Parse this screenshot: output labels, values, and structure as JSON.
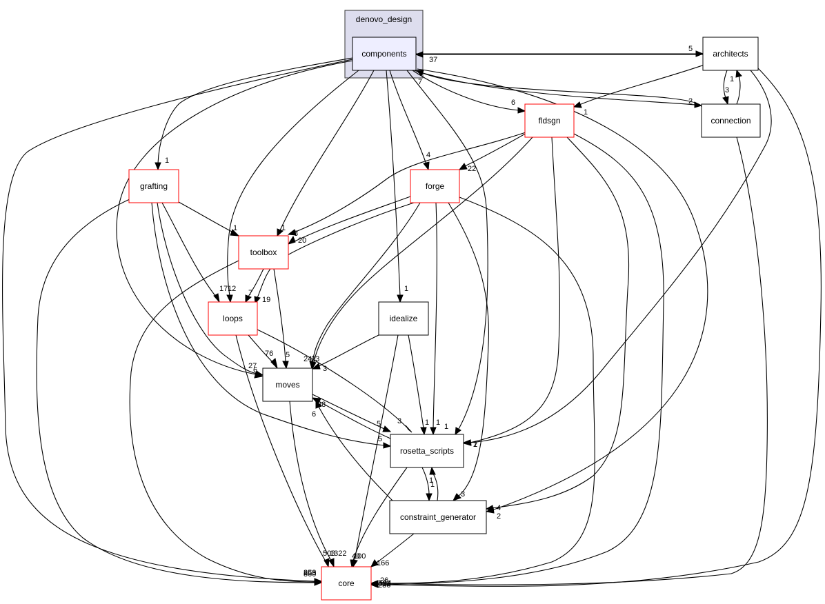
{
  "cluster": {
    "label": "denovo_design",
    "fill": "#ddddee",
    "stroke": "#333333"
  },
  "nodes": {
    "components": {
      "label": "components",
      "fill": "#eeeeff",
      "stroke": "#000000"
    },
    "architects": {
      "label": "architects",
      "fill": "#ffffff",
      "stroke": "#000000"
    },
    "connection": {
      "label": "connection",
      "fill": "#ffffff",
      "stroke": "#000000"
    },
    "fldsgn": {
      "label": "fldsgn",
      "fill": "#ffffff",
      "stroke": "#ff0000"
    },
    "grafting": {
      "label": "grafting",
      "fill": "#ffffff",
      "stroke": "#ff0000"
    },
    "forge": {
      "label": "forge",
      "fill": "#ffffff",
      "stroke": "#ff0000"
    },
    "toolbox": {
      "label": "toolbox",
      "fill": "#ffffff",
      "stroke": "#ff0000"
    },
    "loops": {
      "label": "loops",
      "fill": "#ffffff",
      "stroke": "#ff0000"
    },
    "idealize": {
      "label": "idealize",
      "fill": "#ffffff",
      "stroke": "#000000"
    },
    "moves": {
      "label": "moves",
      "fill": "#ffffff",
      "stroke": "#000000"
    },
    "rosetta_scripts": {
      "label": "rosetta_scripts",
      "fill": "#ffffff",
      "stroke": "#000000"
    },
    "constraint_generator": {
      "label": "constraint_generator",
      "fill": "#ffffff",
      "stroke": "#000000"
    },
    "core": {
      "label": "core",
      "fill": "#ffffff",
      "stroke": "#ff0000"
    }
  },
  "edges": [
    {
      "from": "components",
      "to": "architects",
      "label": "5"
    },
    {
      "from": "architects",
      "to": "components",
      "label": "37"
    },
    {
      "from": "components",
      "to": "connection",
      "label": "2"
    },
    {
      "from": "connection",
      "to": "components",
      "label": "7"
    },
    {
      "from": "components",
      "to": "fldsgn",
      "label": "6"
    },
    {
      "from": "components",
      "to": "grafting",
      "label": "1"
    },
    {
      "from": "components",
      "to": "forge",
      "label": "4"
    },
    {
      "from": "components",
      "to": "toolbox",
      "label": "1"
    },
    {
      "from": "components",
      "to": "loops",
      "label": "12"
    },
    {
      "from": "components",
      "to": "idealize",
      "label": "1"
    },
    {
      "from": "components",
      "to": "moves",
      "label": "27"
    },
    {
      "from": "components",
      "to": "rosetta_scripts",
      "label": "1"
    },
    {
      "from": "components",
      "to": "constraint_generator",
      "label": "2"
    },
    {
      "from": "components",
      "to": "core",
      "label": "860"
    },
    {
      "from": "architects",
      "to": "fldsgn",
      "label": "1"
    },
    {
      "from": "architects",
      "to": "connection",
      "label": "3"
    },
    {
      "from": "connection",
      "to": "architects",
      "label": "1"
    },
    {
      "from": "architects",
      "to": "rosetta_scripts",
      "label": "2"
    },
    {
      "from": "architects",
      "to": "core",
      "label": "236"
    },
    {
      "from": "connection",
      "to": "core",
      "label": "26"
    },
    {
      "from": "fldsgn",
      "to": "forge",
      "label": "22"
    },
    {
      "from": "fldsgn",
      "to": "toolbox",
      "label": "8"
    },
    {
      "from": "fldsgn",
      "to": "moves",
      "label": "24"
    },
    {
      "from": "fldsgn",
      "to": "rosetta_scripts",
      "label": "1"
    },
    {
      "from": "fldsgn",
      "to": "constraint_generator",
      "label": "4"
    },
    {
      "from": "fldsgn",
      "to": "core",
      "label": "422"
    },
    {
      "from": "grafting",
      "to": "toolbox",
      "label": "1"
    },
    {
      "from": "grafting",
      "to": "loops",
      "label": "17"
    },
    {
      "from": "grafting",
      "to": "moves",
      "label": "6"
    },
    {
      "from": "grafting",
      "to": "rosetta_scripts",
      "label": "5"
    },
    {
      "from": "grafting",
      "to": "core",
      "label": "253"
    },
    {
      "from": "forge",
      "to": "toolbox",
      "label": "20"
    },
    {
      "from": "forge",
      "to": "loops",
      "label": "19"
    },
    {
      "from": "forge",
      "to": "moves",
      "label": "23"
    },
    {
      "from": "forge",
      "to": "rosetta_scripts",
      "label": "1"
    },
    {
      "from": "forge",
      "to": "constraint_generator",
      "label": "3"
    },
    {
      "from": "forge",
      "to": "core",
      "label": "584"
    },
    {
      "from": "toolbox",
      "to": "loops",
      "label": "7"
    },
    {
      "from": "toolbox",
      "to": "moves",
      "label": "5"
    },
    {
      "from": "toolbox",
      "to": "core",
      "label": "869"
    },
    {
      "from": "loops",
      "to": "moves",
      "label": "76"
    },
    {
      "from": "loops",
      "to": "rosetta_scripts",
      "label": "3"
    },
    {
      "from": "loops",
      "to": "core",
      "label": "503"
    },
    {
      "from": "idealize",
      "to": "moves",
      "label": "3"
    },
    {
      "from": "idealize",
      "to": "rosetta_scripts",
      "label": "1"
    },
    {
      "from": "idealize",
      "to": "core",
      "label": "40"
    },
    {
      "from": "moves",
      "to": "rosetta_scripts",
      "label": "5"
    },
    {
      "from": "rosetta_scripts",
      "to": "moves",
      "label": "38"
    },
    {
      "from": "moves",
      "to": "core",
      "label": "1322"
    },
    {
      "from": "rosetta_scripts",
      "to": "constraint_generator",
      "label": "1"
    },
    {
      "from": "constraint_generator",
      "to": "rosetta_scripts",
      "label": "1"
    },
    {
      "from": "rosetta_scripts",
      "to": "core",
      "label": "100"
    },
    {
      "from": "constraint_generator",
      "to": "moves",
      "label": "6"
    },
    {
      "from": "constraint_generator",
      "to": "core",
      "label": "166"
    }
  ]
}
